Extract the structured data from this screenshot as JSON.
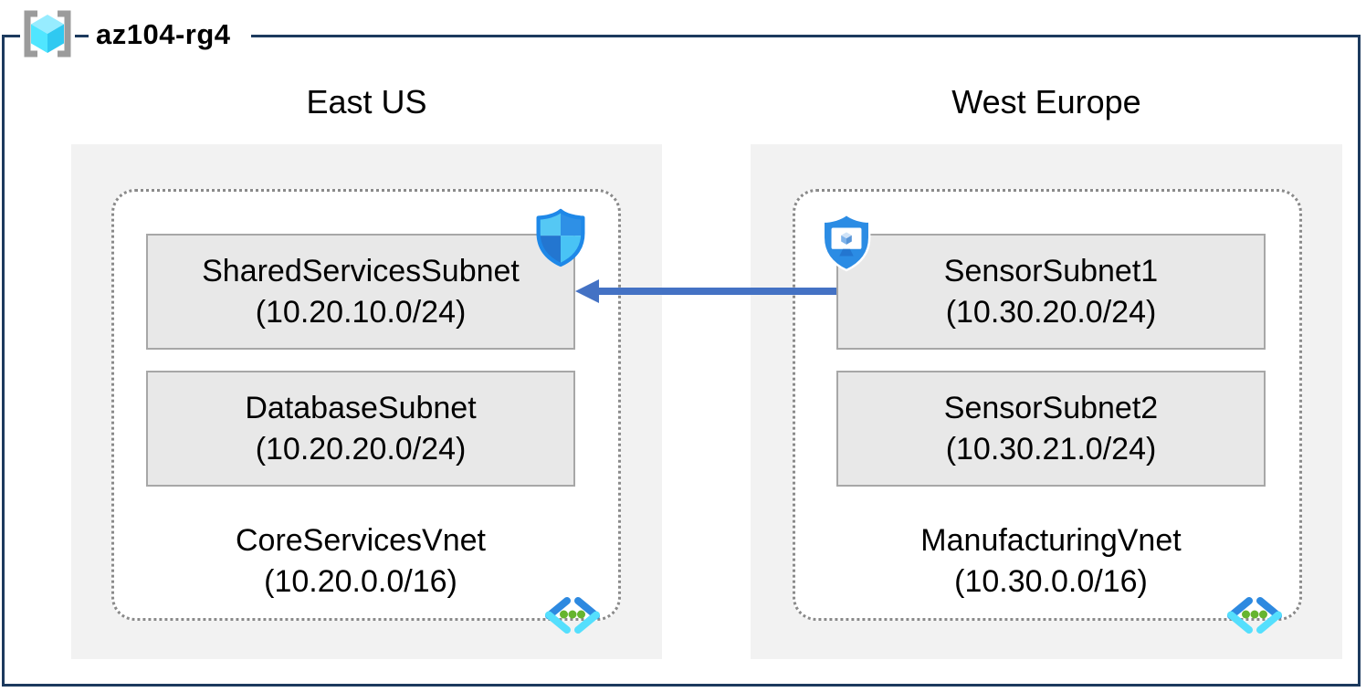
{
  "resource_group": {
    "name": "az104-rg4"
  },
  "regions": [
    {
      "name": "East US",
      "vnet": {
        "name": "CoreServicesVnet",
        "cidr": "(10.20.0.0/16)"
      },
      "subnets": [
        {
          "name": "SharedServicesSubnet",
          "cidr": "(10.20.10.0/24)"
        },
        {
          "name": "DatabaseSubnet",
          "cidr": "(10.20.20.0/24)"
        }
      ]
    },
    {
      "name": "West Europe",
      "vnet": {
        "name": "ManufacturingVnet",
        "cidr": "(10.30.0.0/16)"
      },
      "subnets": [
        {
          "name": "SensorSubnet1",
          "cidr": "(10.30.20.0/24)"
        },
        {
          "name": "SensorSubnet2",
          "cidr": "(10.30.21.0/24)"
        }
      ]
    }
  ],
  "connection": {
    "from": "SensorSubnet1",
    "to": "SharedServicesSubnet",
    "type": "arrow",
    "direction": "right-to-left"
  },
  "icons": {
    "resource_group": "resource-group-brackets-cube",
    "east_subnet_badge": "network-security-group-shield",
    "west_subnet_badge": "application-security-group-shield",
    "vnet": "virtual-network-chevrons"
  },
  "colors": {
    "frame_border": "#1c3a5e",
    "region_fill": "#f2f2f2",
    "subnet_fill": "#e8e8e8",
    "subnet_border": "#a7a7a7",
    "vnet_dotted_border": "#8a8a8a",
    "arrow": "#4472c4",
    "icon_cyan": "#50e6ff",
    "icon_blue": "#2e90e6",
    "icon_green": "#66b52f"
  }
}
